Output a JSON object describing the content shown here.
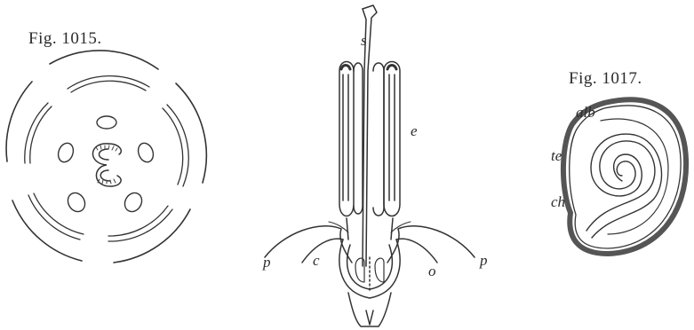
{
  "figures": [
    {
      "title": "Fig. 1015."
    },
    {
      "labels": {
        "s": "s",
        "e": "e",
        "p_left": "p",
        "c": "c",
        "o": "o",
        "p_right": "p"
      }
    },
    {
      "title": "Fig. 1017.",
      "labels": {
        "alb": "alb",
        "te": "te",
        "ch": "ch"
      }
    }
  ]
}
